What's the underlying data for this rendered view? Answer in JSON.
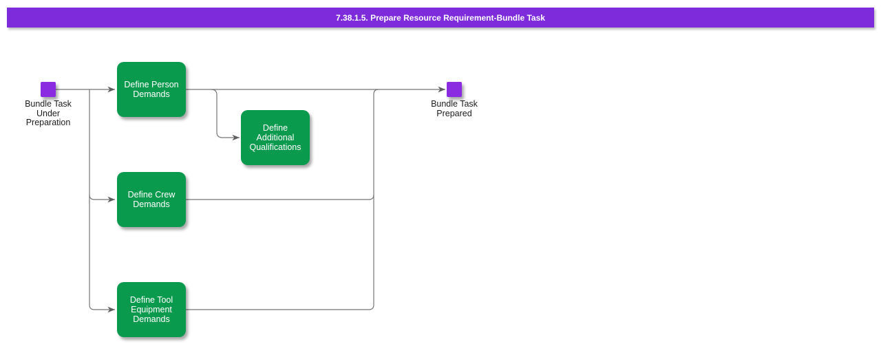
{
  "header": {
    "title": "7.38.1.5. Prepare Resource Requirement-Bundle Task"
  },
  "colors": {
    "canvas-bg": "#ffffff",
    "header-purple": "#7e2bdc",
    "node-purple": "#8a2be2",
    "activity-green": "#0a9a4e",
    "activity-text": "#ffffff",
    "connector-gray": "#757575",
    "arrow-gray": "#5f5f5f",
    "label-text": "#1b1b1b"
  },
  "diagram": {
    "start_node": {
      "label": "Bundle Task\nUnder\nPreparation"
    },
    "end_node": {
      "label": "Bundle Task\nPrepared"
    },
    "activities": [
      {
        "label": "Define Person\nDemands"
      },
      {
        "label": "Define\nAdditional\nQualifications"
      },
      {
        "label": "Define Crew\nDemands"
      },
      {
        "label": "Define Tool\nEquipment\nDemands"
      }
    ]
  }
}
